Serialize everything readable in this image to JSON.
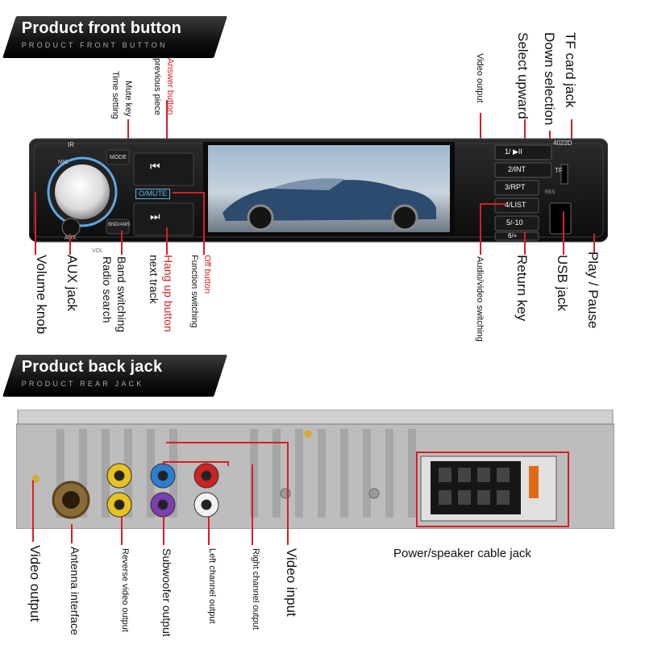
{
  "sections": {
    "front_title": "Product front button",
    "front_subtitle": "PRODUCT FRONT BUTTON",
    "back_title": "Product back jack",
    "back_subtitle": "PRODUCT REAR JACK"
  },
  "front_top_left_labels": {
    "answer_button": "Answer button",
    "previous_piece": "previous piece",
    "mute_key": "Mute key",
    "time_setting": "Time setting"
  },
  "front_top_right_labels": {
    "tf_card_jack": "TF card jack",
    "down_selection": "Down selection",
    "select_upward": "Select upward",
    "video_output": "Video output"
  },
  "front_bottom_left_labels": {
    "volume_knob": "Volume knob",
    "aux_jack": "AUX jack",
    "band_switching": "Band switching",
    "radio_search": "Radio search",
    "hang_up_button": "Hang up button",
    "next_track": "next track",
    "off_button": "Off button",
    "function_switching": "Function switching"
  },
  "front_bottom_right_labels": {
    "play_pause": "Play / Pause",
    "usb_jack": "USB jack",
    "return_key": "Return key",
    "audio_video_switching": "Audio/video switching"
  },
  "radio_panel": {
    "ir": "IR",
    "mic": "MIC",
    "mode": "MODE",
    "aux": "AUX",
    "band": "BND/AMS",
    "mute": "O/MUTE",
    "model": "4022D",
    "tf": "TF",
    "res": "RES",
    "btn1": "1/ ▶II",
    "btn2": "2/INT",
    "btn3": "3/RPT",
    "btn4": "4/LIST",
    "btn5": "5/-10",
    "btn6": "6/+",
    "vol": "VOL"
  },
  "rear_labels": {
    "video_output": "Video output",
    "antenna_interface": "Antenna interface",
    "reverse_video_output": "Reverse video output",
    "subwoofer_output": "Subwoofer output",
    "left_channel_output": "Left channel output",
    "right_channel_output": "Right channel output",
    "video_input": "Video input",
    "power_speaker_cable_jack": "Power/speaker cable jack"
  },
  "colors": {
    "accent_red": "#d42020",
    "rca_yellow": "#e8c21e",
    "rca_blue": "#2a7fd4",
    "rca_red": "#cc2222",
    "rca_purple": "#7a3fb0",
    "rca_white": "#f2f2f2",
    "rca_pink": "#e25a6a",
    "lcd_blue": "#5ab6e6"
  }
}
